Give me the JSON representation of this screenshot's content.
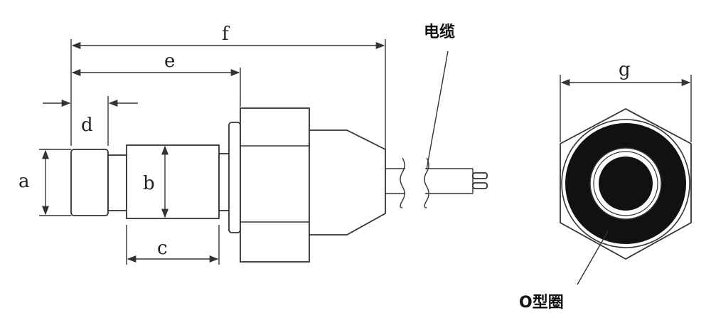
{
  "dimensions": {
    "a": "a",
    "b": "b",
    "c": "c",
    "d": "d",
    "e": "e",
    "f": "f",
    "g": "g"
  },
  "callouts": {
    "cable": "电缆",
    "oring": "O型圈"
  }
}
